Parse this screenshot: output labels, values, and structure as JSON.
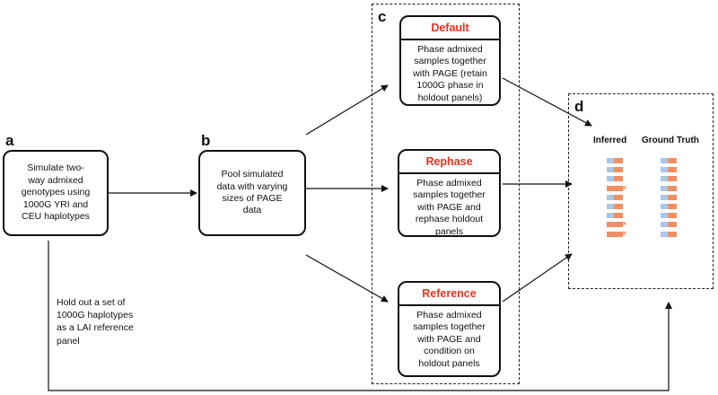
{
  "panels": {
    "a": {
      "letter": "a",
      "lines": [
        "Simulate two-",
        "way admixed",
        "genotypes using",
        "1000G YRI and",
        "CEU haplotypes"
      ]
    },
    "b": {
      "letter": "b",
      "lines": [
        "Pool simulated",
        "data with varying",
        "sizes of PAGE",
        "data"
      ]
    },
    "c": {
      "letter": "c",
      "methods": [
        {
          "title": "Default",
          "lines": [
            "Phase admixed",
            "samples together",
            "with PAGE (retain",
            "1000G phase in",
            "holdout panels)"
          ]
        },
        {
          "title": "Rephase",
          "lines": [
            "Phase admixed",
            "samples together",
            "with PAGE and",
            "rephase holdout",
            "panels"
          ]
        },
        {
          "title": "Reference",
          "lines": [
            "Phase admixed",
            "samples together",
            "with PAGE and",
            "condition on",
            "holdout panels"
          ]
        }
      ]
    },
    "d": {
      "letter": "d",
      "inferred_label": "Inferred",
      "truth_label": "Ground Truth",
      "mismatch_symbol": "×",
      "colors": {
        "blue": "#a9c7e8",
        "orange": "#f08f63"
      },
      "inferred_rows": [
        {
          "pattern": "blue-orange",
          "mismatch": false
        },
        {
          "pattern": "blue-orange",
          "mismatch": false
        },
        {
          "pattern": "blue-orange",
          "mismatch": false
        },
        {
          "pattern": "orange",
          "mismatch": true
        },
        {
          "pattern": "blue-orange",
          "mismatch": false
        },
        {
          "pattern": "blue-orange",
          "mismatch": false
        },
        {
          "pattern": "blue-orange",
          "mismatch": false
        },
        {
          "pattern": "orange",
          "mismatch": true
        },
        {
          "pattern": "orange",
          "mismatch": true
        }
      ],
      "truth_rows": [
        "blue-orange",
        "blue-orange",
        "blue-orange",
        "blue-orange",
        "blue-orange",
        "blue-orange",
        "blue-orange",
        "blue-orange",
        "blue-orange"
      ]
    }
  },
  "holdout_note": {
    "lines": [
      "Hold out a set of",
      "1000G haplotypes",
      "as a LAI reference",
      "panel"
    ]
  }
}
